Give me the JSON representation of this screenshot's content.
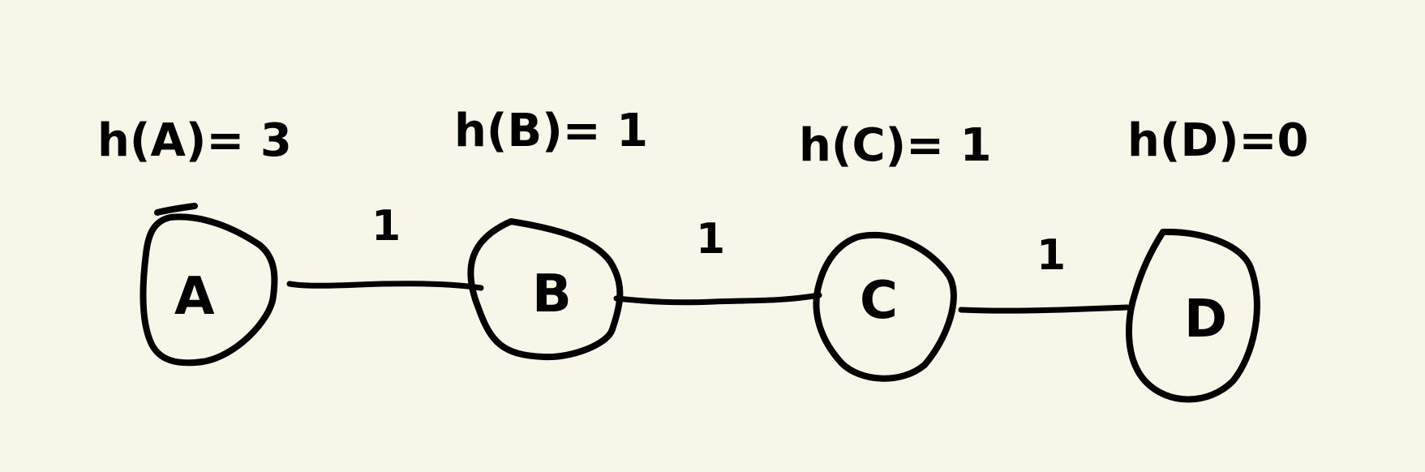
{
  "graph": {
    "nodes": [
      {
        "id": "A",
        "label": "A",
        "heuristic": "h(A)= 3"
      },
      {
        "id": "B",
        "label": "B",
        "heuristic": "h(B)= 1"
      },
      {
        "id": "C",
        "label": "C",
        "heuristic": "h(C)= 1"
      },
      {
        "id": "D",
        "label": "D",
        "heuristic": "h(D)=0"
      }
    ],
    "edges": [
      {
        "from": "A",
        "to": "B",
        "weight": "1"
      },
      {
        "from": "B",
        "to": "C",
        "weight": "1"
      },
      {
        "from": "C",
        "to": "D",
        "weight": "1"
      }
    ]
  }
}
